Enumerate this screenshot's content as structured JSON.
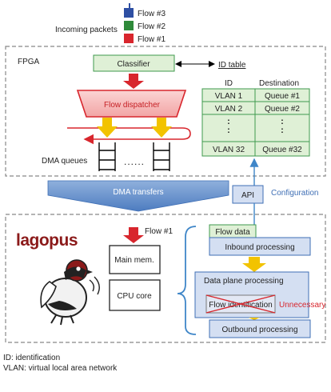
{
  "packets": {
    "caption": "Incoming packets",
    "items": [
      {
        "label": "Flow #3",
        "color": "#2e4fa3"
      },
      {
        "label": "Flow #2",
        "color": "#2f8a3a"
      },
      {
        "label": "Flow #1",
        "color": "#d8262d"
      }
    ]
  },
  "fpga": {
    "label": "FPGA",
    "classifier": "Classifier",
    "id_table_label": "ID table",
    "dispatcher": "Flow dispatcher",
    "dma_queues": "DMA queues",
    "dots": "......"
  },
  "table": {
    "headers": [
      "ID",
      "Destination"
    ],
    "rows": [
      [
        "VLAN 1",
        "Queue #1"
      ],
      [
        "VLAN 2",
        "Queue #2"
      ],
      [
        ":",
        ":"
      ],
      [
        "VLAN 32",
        "Queue #32"
      ]
    ]
  },
  "dma_transfer": "DMA transfers",
  "api": "API",
  "configuration": "Configuration",
  "host": {
    "logo_text": "lagopus",
    "flow1": "Flow #1",
    "main_mem": "Main mem.",
    "cpu_core": "CPU core"
  },
  "pipeline": {
    "flow_data": "Flow data",
    "inbound": "Inbound processing",
    "data_plane": "Data plane processing",
    "flow_identification": "Flow identification",
    "unnecessary": "Unnecessary",
    "outbound": "Outbound processing"
  },
  "legend": [
    "ID: identification",
    "VLAN: virtual local area network"
  ],
  "colors": {
    "green_fill": "#dff0d6",
    "green_border": "#3f9a4d",
    "blue_fill": "#d4dff2",
    "blue_border": "#3f6fb5",
    "red": "#d8262d",
    "yellow": "#f2c300",
    "dash": "#888888"
  }
}
